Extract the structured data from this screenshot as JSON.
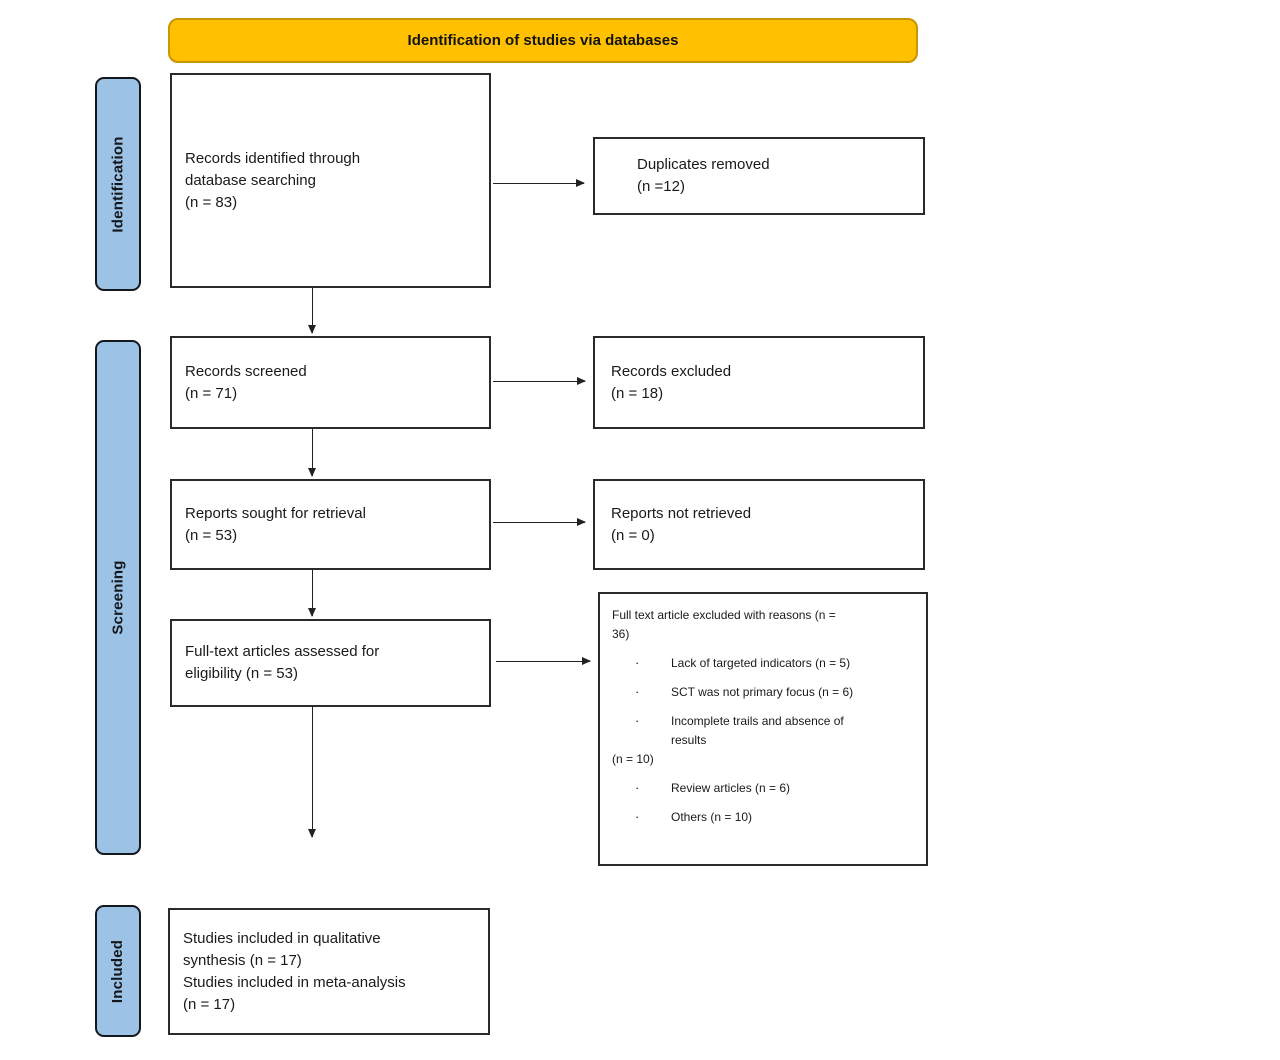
{
  "banner": {
    "title": "Identification of studies via databases"
  },
  "stages": {
    "identification": "Identification",
    "screening": "Screening",
    "included": "Included"
  },
  "boxes": {
    "records_identified": "Records identified through\ndatabase searching\n(n = 83)",
    "duplicates_removed": "Duplicates removed\n(n =12)",
    "records_screened": "Records screened\n(n = 71)",
    "records_excluded": "Records excluded\n(n = 18)",
    "reports_sought": "Reports sought for retrieval\n(n = 53)",
    "reports_not_retrieved": "Reports not retrieved\n(n = 0)",
    "fulltext_assessed": "Full-text articles assessed for\neligibility (n = 53)",
    "included_studies": "Studies included in qualitative\nsynthesis (n = 17)\nStudies included in meta-analysis\n(n = 17)"
  },
  "exclusion": {
    "intro": "Full text article excluded with reasons (n =\n36)",
    "bullet": "·",
    "items": [
      "Lack of targeted indicators (n = 5)",
      "SCT was not primary focus (n = 6)",
      "Incomplete trails and absence of\nresults"
    ],
    "midline": "(n = 10)",
    "items_after": [
      "Review articles (n = 6)",
      "Others (n = 10)"
    ]
  },
  "colors": {
    "banner_fill": "#FFC000",
    "banner_border": "#C79600",
    "stage_fill": "#9CC3E5",
    "box_border": "#2a2a2a",
    "arrow": "#222222"
  }
}
